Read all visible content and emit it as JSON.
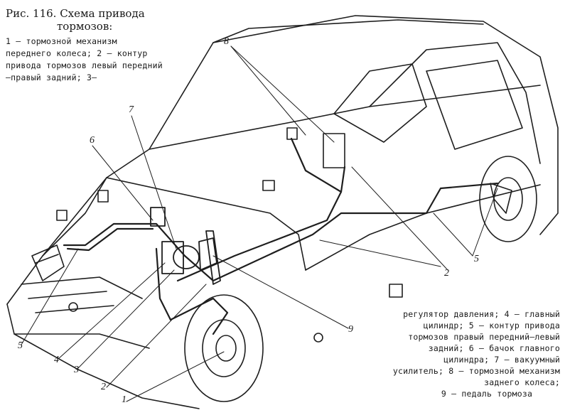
{
  "caption": {
    "title_line1": "Рис. 116. Схема привода",
    "title_line2": "тормозов:",
    "top_text": "1 — тормозной механизм переднего колеса; 2 — контур привода тормозов левый передний—правый задний; 3—",
    "bottom_text": "регулятор давления; 4 — главный цилиндр; 5 — контур привода тормозов правый передний—левый задний; 6 — бачок главного цилиндра; 7 — вакуумный усилитель; 8 — тормозной механизм заднего колеса;",
    "bottom_last": "9 — педаль тормоза"
  },
  "callouts": {
    "c1": "1",
    "c2_left": "2",
    "c2_right": "2",
    "c3": "3",
    "c4": "4",
    "c5_left": "5",
    "c5_right": "5",
    "c6": "6",
    "c7": "7",
    "c8": "8",
    "c9": "9"
  },
  "colors": {
    "ink": "#1e1e1e",
    "paper": "#ffffff"
  }
}
